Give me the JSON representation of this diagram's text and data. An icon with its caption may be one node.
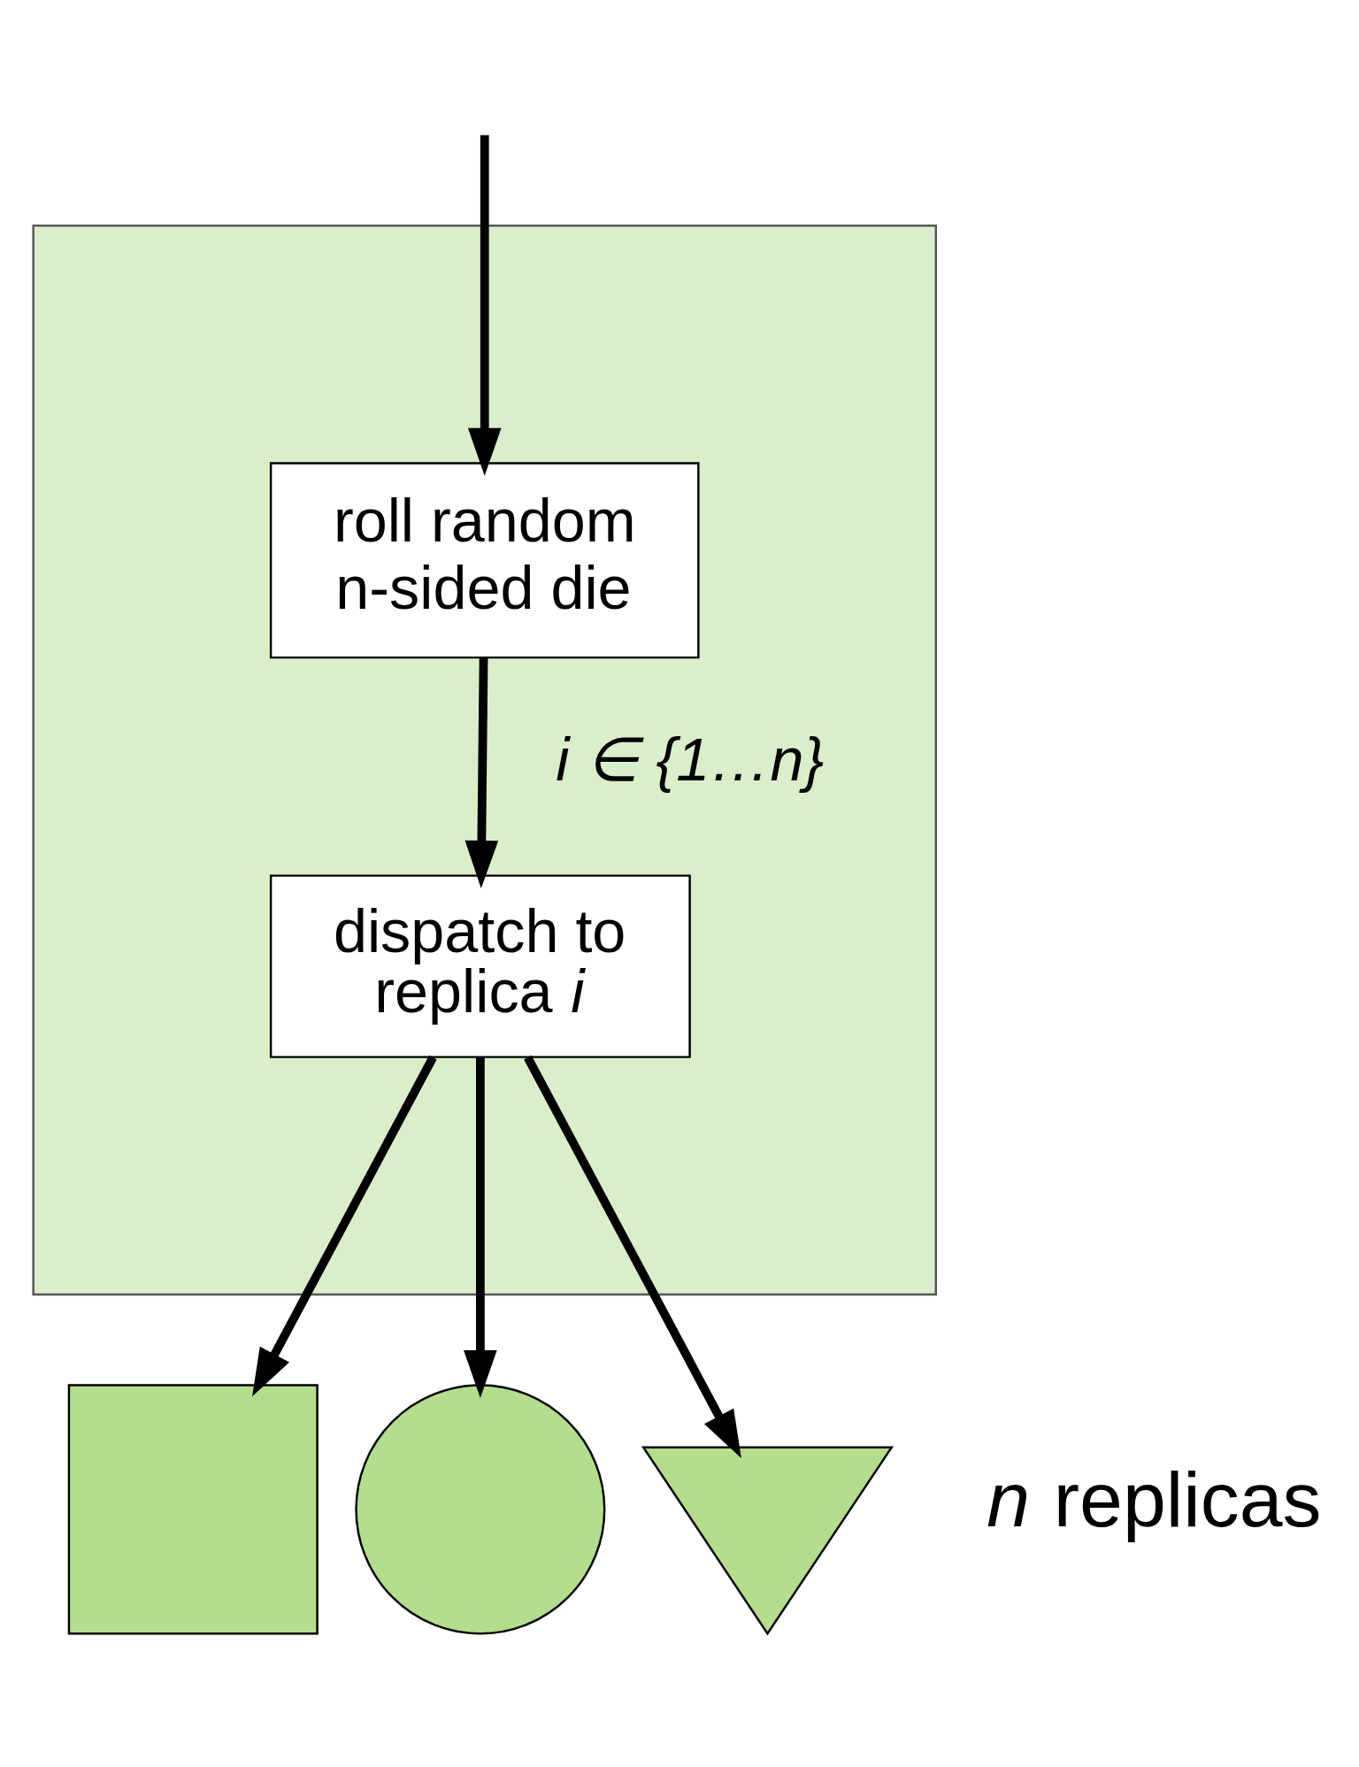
{
  "diagram": {
    "nodes": [
      {
        "text": [],
        "shape": "box"
      },
      {
        "text": [
          "roll random n-sided die"
        ],
        "in": 0
      },
      {
        "text": [
          "dispatch to replica *i*"
        ],
        "in": 0
      },
      {
        "text": [],
        "shape": "box"
      },
      {
        "text": [],
        "shape": "circle"
      },
      {
        "text": [],
        "shape": "triangle"
      }
    ],
    "edges": [
      {
        "from": null,
        "to": 1,
        "arrow": "to"
      },
      {
        "from": 1,
        "to": 2,
        "arrow": "to",
        "label": "i ∈ {1…n}"
      },
      {
        "from": 2,
        "to": 3,
        "arrow": "to"
      },
      {
        "from": 2,
        "to": 4,
        "arrow": "to"
      },
      {
        "from": 2,
        "to": 5,
        "arrow": "to"
      }
    ],
    "labels": [
      "*n* replicas"
    ]
  }
}
